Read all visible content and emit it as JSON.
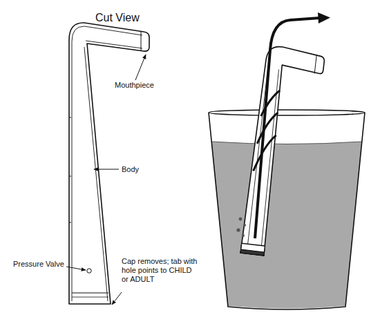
{
  "diagram": {
    "title": "Cut View",
    "labels": [
      "Mouthpiece",
      "Body",
      "Pressure Valve",
      "Cap removes; tab with hole points to CHILD or ADULT"
    ]
  }
}
